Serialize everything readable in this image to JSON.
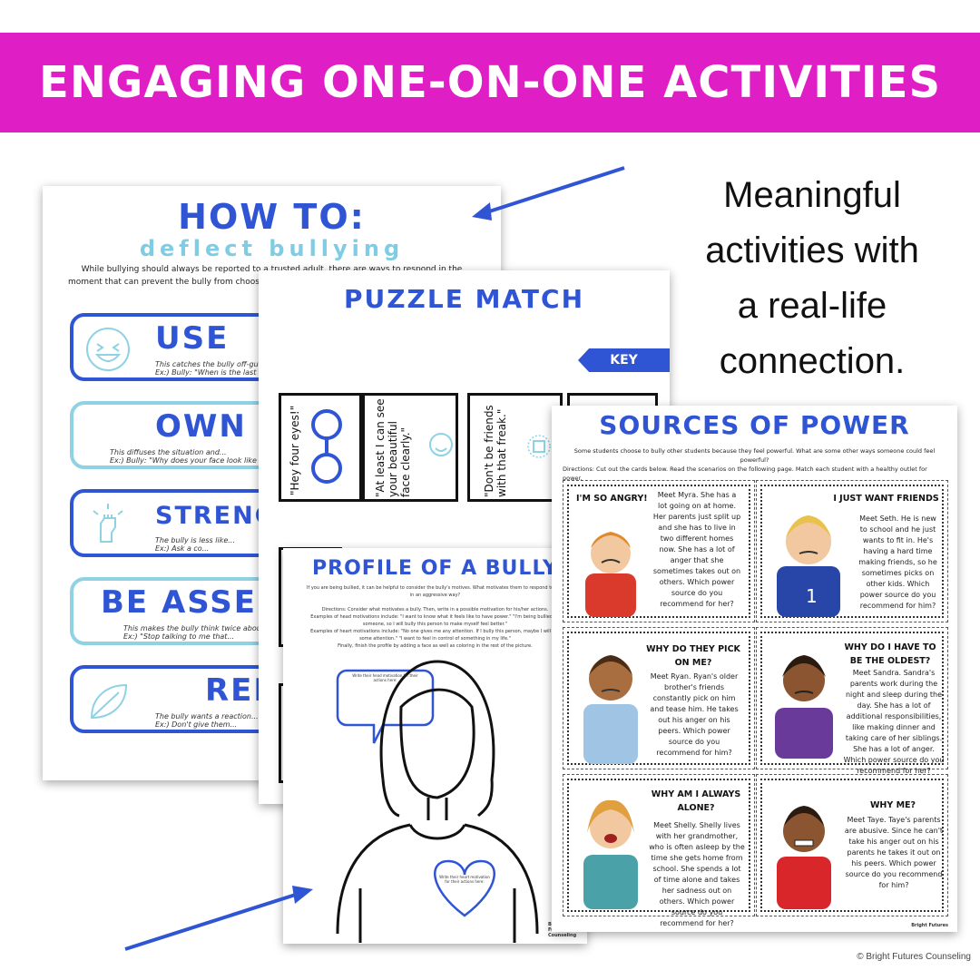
{
  "banner": {
    "title": "ENGAGING ONE-ON-ONE ACTIVITIES",
    "color": "#e01ec6"
  },
  "tagline": {
    "line1": "Meaningful",
    "line2": "activities with",
    "line3": "a real-life",
    "line4": "connection."
  },
  "copyright": "© Bright Futures Counseling",
  "how_to": {
    "title": "HOW TO:",
    "subtitle": "deflect bullying",
    "intro": "While bullying should always be reported to a trusted adult, there are ways to respond in the moment that can prevent the bully from choosing you as a ta... match the bullying tactic with a p...",
    "items": [
      {
        "title": "USE",
        "desc1": "This catches the bully off-guar...",
        "desc2": "Ex:) Bully: \"When is the last ti..."
      },
      {
        "title": "OWN",
        "desc1": "This diffuses the situation and...",
        "desc2": "Ex:) Bully: \"Why does your face look like that?\" Targ..."
      },
      {
        "title": "STRENG",
        "desc1": "The bully is less like...",
        "desc2": "Ex:) Ask a co..."
      },
      {
        "title": "BE ASSE",
        "desc1": "This makes the bully think twice about h...",
        "desc2": "Ex:) \"Stop talking to me that..."
      },
      {
        "title": "REM",
        "desc1": "The bully wants a reaction...",
        "desc2": "Ex:) Don't give them..."
      }
    ]
  },
  "puzzle": {
    "title": "PUZZLE MATCH",
    "key": "KEY",
    "piece1": "\"Hey four eyes!\"",
    "piece2": "\"At least I can see\nyour beautiful\nface clearly.\"",
    "piece3": "\"Don't be friends\nwith that freak.\""
  },
  "profile": {
    "title": "PROFILE OF A BULLY",
    "intro": "If you are being bullied, it can be helpful to consider the bully's motives. What motivates them to respond to you in an aggressive way?",
    "directions": "Directions: Consider what motivates a bully. Then, write in a possible motivation for his/her actions.",
    "head_examples": "Examples of head motivations include: \"I want to know what it feels like to have power.\" \"I'm being bullied by someone, so I will bully this person to make myself feel better.\"",
    "heart_examples": "Examples of heart motivations include: \"No one gives me any attention. If I bully this person, maybe I will get some attention.\" \"I want to feel in control of something in my life.\"",
    "finally": "Finally, finish the profile by adding a face as well as coloring in the rest of the picture.",
    "bubble": "Write their head motivation for their actions here:",
    "heart": "Write their heart motivation for their actions here:",
    "brand": "Bright Futures Counseling"
  },
  "sources": {
    "title": "SOURCES OF POWER",
    "intro": "Some students choose to bully other students because they feel powerful. What are some other ways someone could feel powerful?",
    "directions": "Directions: Cut out the cards below. Read the scenarios on the following page. Match each student with a healthy outlet for power.",
    "brand": "Bright Futures",
    "cards": [
      {
        "heading": "I'M SO ANGRY!",
        "body": "Meet Myra. She has a lot going on at home. Her parents just split up and she has to live in two different homes now. She has a lot of anger that she sometimes takes out on others. Which power source do you recommend for her?"
      },
      {
        "heading": "I JUST WANT FRIENDS",
        "body": "Meet Seth. He is new to school and he just wants to fit in. He's having a hard time making friends, so he sometimes picks on other kids. Which power source do you recommend for him?"
      },
      {
        "heading": "WHY DO THEY PICK ON ME?",
        "body": "Meet Ryan. Ryan's older brother's friends constantly pick on him and tease him. He takes out his anger on his peers. Which power source do you recommend for him?"
      },
      {
        "heading": "WHY DO I HAVE TO BE THE OLDEST?",
        "body": "Meet Sandra. Sandra's parents work during the night and sleep during the day. She has a lot of additional responsibilities, like making dinner and taking care of her siblings. She has a lot of anger. Which power source do you recommend for her?"
      },
      {
        "heading": "WHY AM I ALWAYS ALONE?",
        "body": "Meet Shelly. Shelly lives with her grandmother, who is often asleep by the time she gets home from school. She spends a lot of time alone and takes her sadness out on others. Which power source do you recommend for her?"
      },
      {
        "heading": "WHY ME?",
        "body": "Meet Taye. Taye's parents are abusive. Since he can't take his anger out on his parents he takes it out on his peers. Which power source do you recommend for him?"
      }
    ]
  },
  "colors": {
    "accent": "#2f55d4",
    "light": "#8fd2e4",
    "magenta": "#e01ec6"
  }
}
